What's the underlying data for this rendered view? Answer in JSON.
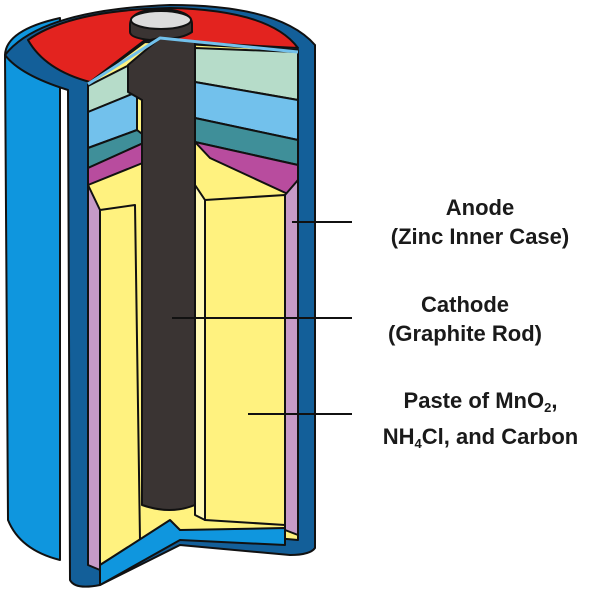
{
  "diagram": {
    "subject": "Dry cell battery cross-section",
    "colors": {
      "outer_case": "#0f96de",
      "outer_case_dark": "#135f99",
      "top_cap": "#e3231f",
      "terminal": "#dcdcdc",
      "rod": "#3a3433",
      "seal_light": "#b6dcc9",
      "seal_blue": "#72c1ec",
      "seal_teal": "#3f8f99",
      "separator": "#b84c9e",
      "zinc_lining": "#c69ac7",
      "paste": "#fff27f",
      "outline": "#111111"
    },
    "labels": [
      {
        "id": "anode",
        "line1": "Anode",
        "line2": "(Zinc Inner Case)"
      },
      {
        "id": "cathode",
        "line1": "Cathode",
        "line2": "(Graphite Rod)"
      },
      {
        "id": "paste",
        "line1_prefix": "Paste of MnO",
        "line1_sub": "2",
        "line1_suffix": ",",
        "line2_prefix": "NH",
        "line2_sub": "4",
        "line2_suffix": "Cl, and Carbon"
      }
    ]
  }
}
